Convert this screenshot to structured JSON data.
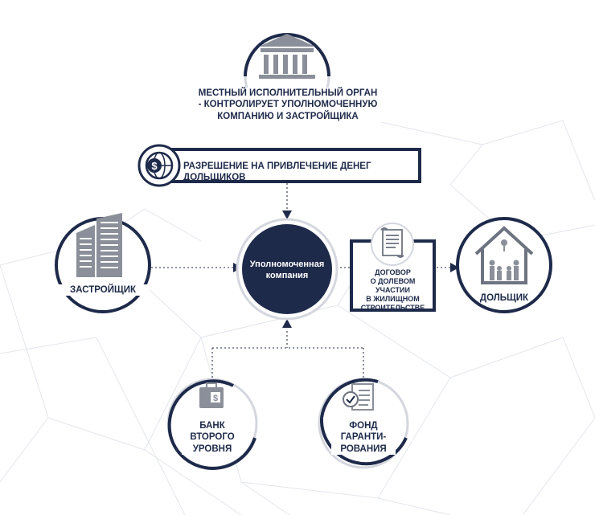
{
  "colors": {
    "navy": "#1e2a4a",
    "gray": "#8a8f99",
    "arrow_gray": "#6d7380",
    "background_lines": "#dfe2e8"
  },
  "authority": {
    "icon": "government-building-icon",
    "line1": "МЕСТНЫЙ ИСПОЛНИТЕЛЬНЫЙ ОРГАН",
    "line2": "- КОНТРОЛИРУЕТ УПОЛНОМОЧЕННУЮ",
    "line3": "КОМПАНИЮ И ЗАСТРОЙЩИКА"
  },
  "permit": {
    "icon": "globe-dollar-icon",
    "label": "РАЗРЕШЕНИЕ НА ПРИВЛЕЧЕНИЕ ДЕНЕГ ДОЛЬЩИКОВ"
  },
  "company": {
    "line1": "Уполномоченная",
    "line2": "компания"
  },
  "developer": {
    "icon": "buildings-icon",
    "label": "ЗАСТРОЙЩИК"
  },
  "contract": {
    "icon": "document-scroll-icon",
    "line1": "ДОГОВОР",
    "line2": "О ДОЛЕВОМ УЧАСТИИ",
    "line3": "В ЖИЛИЩНОМ",
    "line4": "СТРОИТЕЛЬСТВЕ"
  },
  "shareholder": {
    "icon": "house-family-icon",
    "label": "ДОЛЬЩИК"
  },
  "bank": {
    "icon": "briefcase-money-icon",
    "line1": "БАНК",
    "line2": "ВТОРОГО",
    "line3": "УРОВНЯ"
  },
  "fund": {
    "icon": "checklist-document-icon",
    "line1": "ФОНД",
    "line2": "ГАРАНТИ-",
    "line3": "РОВАНИЯ"
  }
}
